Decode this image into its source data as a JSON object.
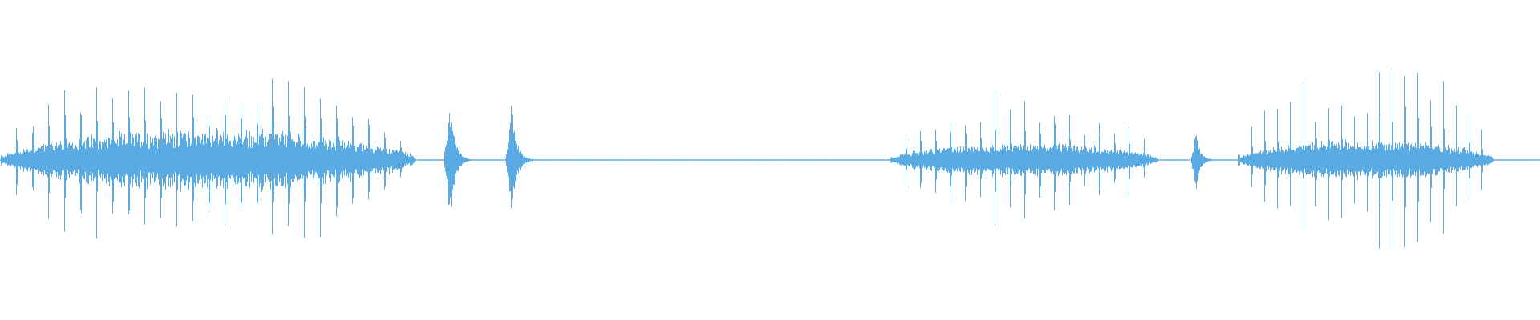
{
  "waveform": {
    "color": "#5aaae3",
    "background": "#ffffff",
    "segments": [
      {
        "start": 0.0,
        "end": 0.27,
        "peak": 0.62,
        "beats": 26,
        "bed": 0.22,
        "noise": 0.55
      },
      {
        "start": 0.288,
        "end": 0.308,
        "peak": 0.42,
        "beats": 1,
        "bed": 0.05,
        "noise": 0.2
      },
      {
        "start": 0.328,
        "end": 0.348,
        "peak": 0.4,
        "beats": 1,
        "bed": 0.04,
        "noise": 0.2
      },
      {
        "start": 0.578,
        "end": 0.752,
        "peak": 0.48,
        "beats": 18,
        "bed": 0.12,
        "noise": 0.45
      },
      {
        "start": 0.773,
        "end": 0.79,
        "peak": 0.22,
        "beats": 1,
        "bed": 0.04,
        "noise": 0.2
      },
      {
        "start": 0.804,
        "end": 0.97,
        "peak": 0.78,
        "beats": 20,
        "bed": 0.14,
        "noise": 0.45
      }
    ],
    "baseline_amplitude": 0.004
  }
}
